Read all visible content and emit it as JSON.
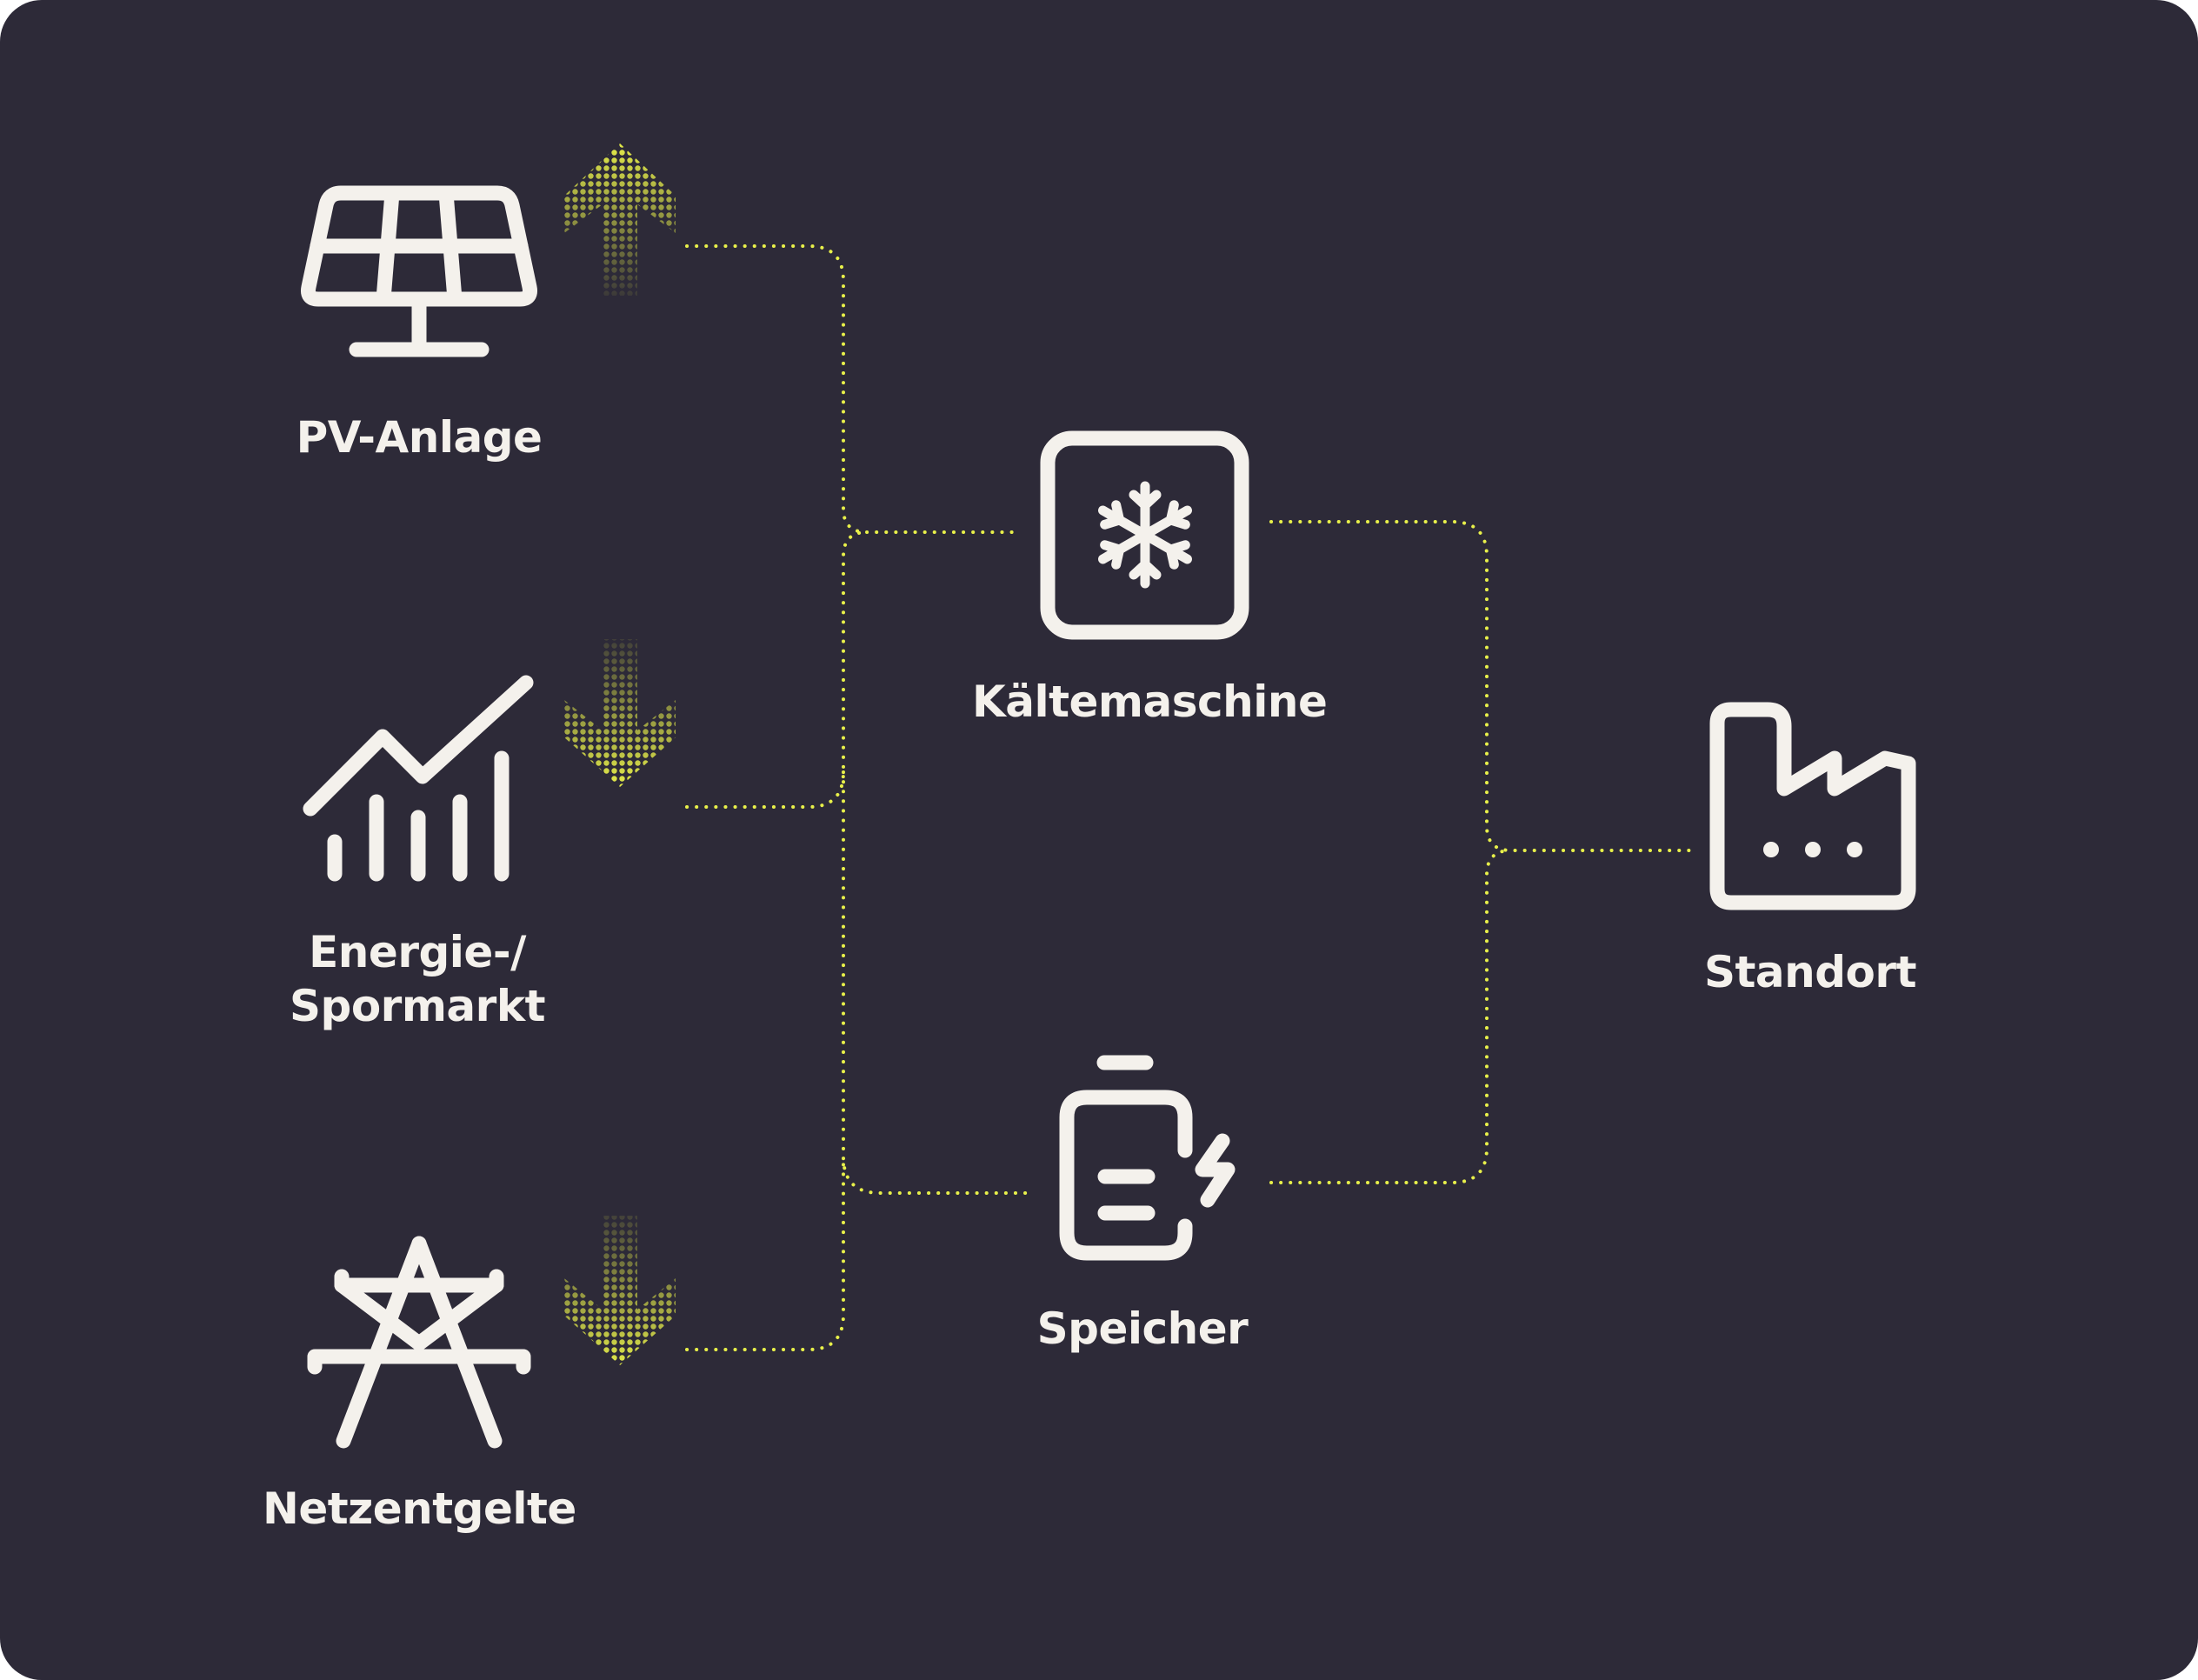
{
  "colors": {
    "background": "#2d2a38",
    "icon": "#f4f1ec",
    "connector": "#e8f04a"
  },
  "nodes": {
    "pv": {
      "label": "PV-Anlage",
      "icon": "solar-panel-icon"
    },
    "market": {
      "label": "Energie-/\nSpormarkt",
      "icon": "market-chart-icon"
    },
    "grid": {
      "label": "Netzentgelte",
      "icon": "power-pylon-icon"
    },
    "chiller": {
      "label": "Kältemaschine",
      "icon": "snowflake-icon"
    },
    "storage": {
      "label": "Speicher",
      "icon": "battery-charging-icon"
    },
    "site": {
      "label": "Standort",
      "icon": "factory-icon"
    }
  },
  "flow_arrows": [
    {
      "node": "pv",
      "direction": "up",
      "icon": "arrow-up-icon"
    },
    {
      "node": "market",
      "direction": "down",
      "icon": "arrow-down-icon"
    },
    {
      "node": "grid",
      "direction": "down",
      "icon": "arrow-down-icon"
    }
  ]
}
